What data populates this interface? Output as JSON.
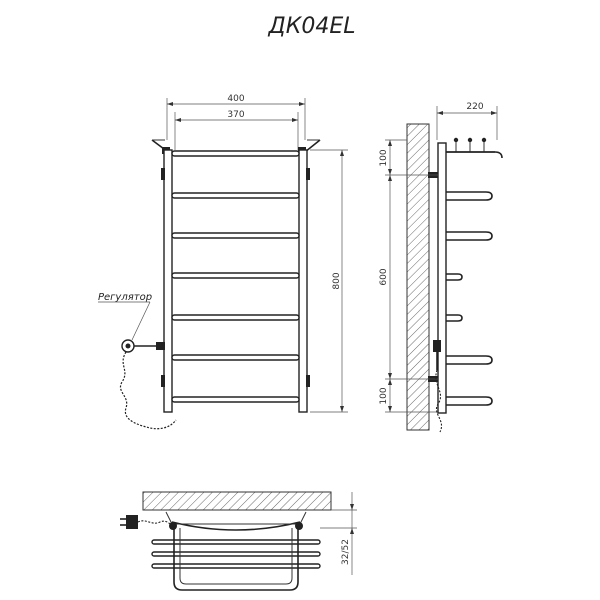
{
  "title": "ДК04EL",
  "front_view": {
    "dim_total_width": "400",
    "dim_inner_width": "370",
    "dim_height": "800",
    "regulator_label": "Регулятор"
  },
  "side_view": {
    "dim_depth": "220",
    "dim_top_offset": "100",
    "dim_mount_spacing": "600",
    "dim_bottom_offset": "100"
  },
  "top_view": {
    "dim_wall_offset": "32/52"
  },
  "colors": {
    "line": "#222222",
    "background": "#ffffff"
  }
}
